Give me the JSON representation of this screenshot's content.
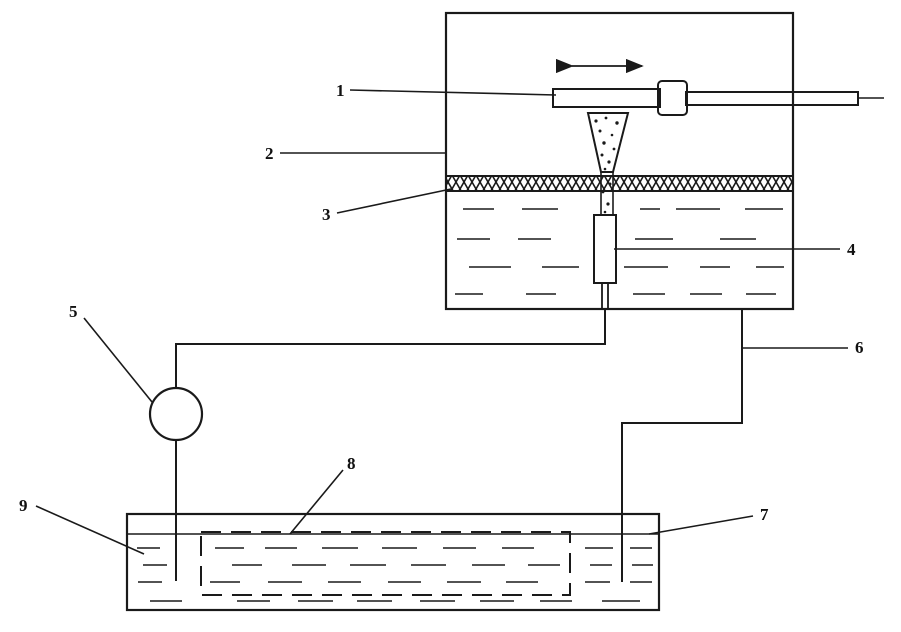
{
  "labels": {
    "l1": "1",
    "l2": "2",
    "l3": "3",
    "l4": "4",
    "l5": "5",
    "l6": "6",
    "l7": "7",
    "l8": "8",
    "l9": "9"
  },
  "colors": {
    "ink": "#1a1a1a",
    "background": "#ffffff"
  }
}
